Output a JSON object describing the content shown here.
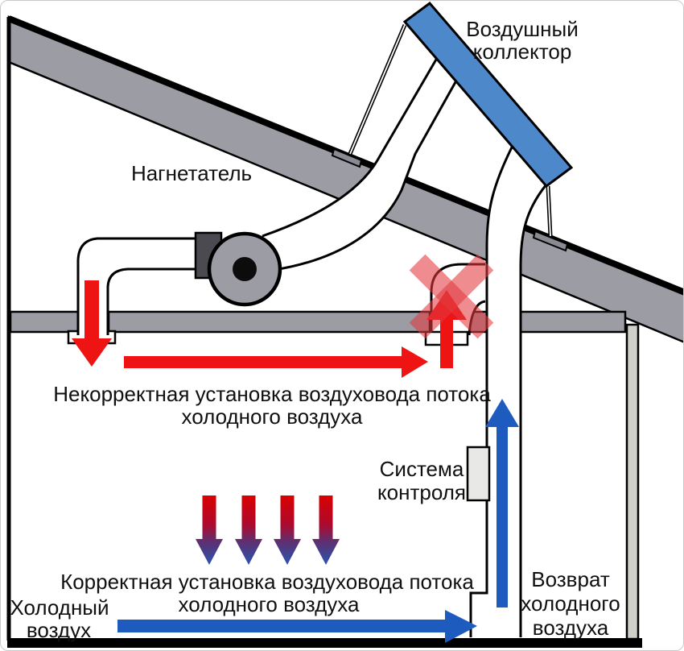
{
  "labels": {
    "air_collector_line1": "Воздушный",
    "air_collector_line2": "коллектор",
    "blower": "Нагнетатель",
    "incorrect_line1": "Некорректная установка воздуховода потока",
    "incorrect_line2": "холодного воздуха",
    "control_line1": "Система",
    "control_line2": "контроля",
    "correct_line1": "Корректная установка воздуховода потока",
    "correct_line2": "холодного воздуха",
    "cold_air_line1": "Холодный",
    "cold_air_line2": "воздух",
    "return_line1": "Возврат",
    "return_line2": "холодного",
    "return_line3": "воздуха"
  },
  "colors": {
    "structure_gray": "#9c9ca4",
    "wall_stripe": "#d0d0ca",
    "bracket_gray": "#8a8a92",
    "collector_blue": "#4d88ca",
    "motor_dark": "#4a4a50",
    "control_box": "#e8e8e6",
    "arrow_red": "#ee1414",
    "cross_red": "#e2383f",
    "arrow_blue": "#1e5bbe",
    "gradient_top_red": "#da0000",
    "gradient_bottom_blue": "#2a53ad"
  }
}
